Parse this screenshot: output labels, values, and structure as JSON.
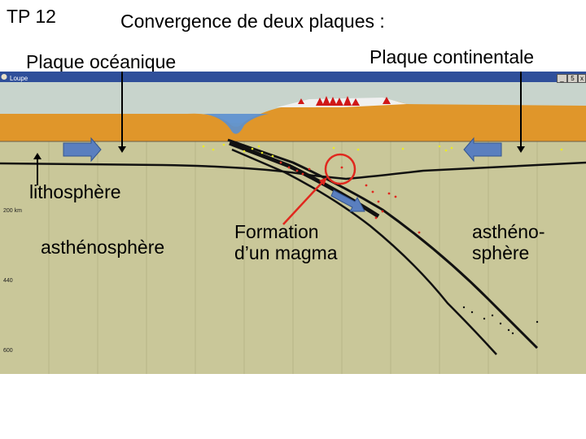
{
  "labels": {
    "tp": "TP 12",
    "title": "Convergence de deux plaques :",
    "oceanic_plate": "Plaque océanique",
    "continental_plate": "Plaque continentale",
    "lithosphere": "lithosphère",
    "asthenosphere_left": "asthénosphère",
    "magma_formation": "Formation d’un magma",
    "asthenosphere_right": "asthéno-sphère"
  },
  "simulation_window": {
    "title": "Loupe",
    "buttons": [
      "_",
      "5",
      "x"
    ],
    "depth_labels": [
      "200 km",
      "440",
      "600"
    ]
  },
  "colors": {
    "mantle": "#c9c799",
    "crust": "#e0962a",
    "sky": "#c8d8dc",
    "arrow": "#5a7fbf",
    "magma_marker": "#e0281e",
    "volcano": "#d01818"
  }
}
